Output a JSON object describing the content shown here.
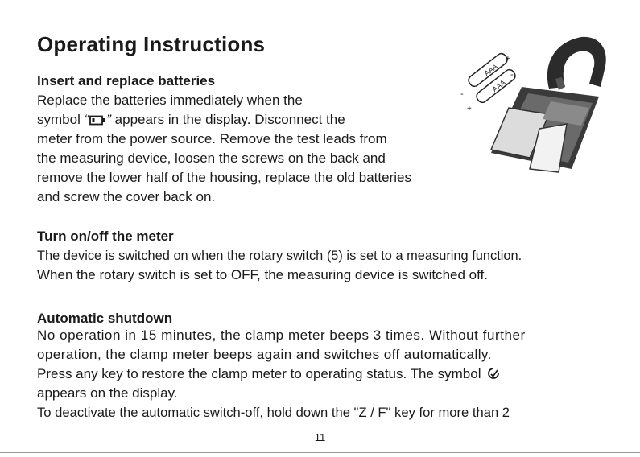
{
  "title": "Operating Instructions",
  "sections": [
    {
      "heading": "Insert and replace batteries",
      "lines": [
        "Replace the batteries immediately when the",
        "symbol",
        "appears in the display. Disconnect the",
        "meter from the power source. Remove the test leads from",
        "the measuring device, loosen the screws on the back and",
        "remove the lower half of the housing, replace the old batteries",
        "and screw the cover back on."
      ]
    },
    {
      "heading": "Turn on/off the meter",
      "lines": [
        "The device is switched on when the rotary switch (5) is set to a measuring function.",
        "When the rotary switch is set to OFF, the measuring device is switched off."
      ]
    },
    {
      "heading": "Automatic shutdown",
      "lines": [
        "No operation in 15 minutes, the clamp meter beeps 3 times. Without further",
        "operation, the clamp meter beeps again and switches off automatically.",
        "Press any key to restore the clamp meter to operating status. The symbol",
        "appears on the display.",
        "To deactivate the automatic switch-off, hold down the \"Z / F\" key for more than 2"
      ]
    }
  ],
  "illustration": {
    "battery_label": "AAA",
    "plus": "+",
    "minus": "-"
  },
  "symbols": {
    "open_quote": "“",
    "close_quote": "”"
  },
  "page_number": "11"
}
